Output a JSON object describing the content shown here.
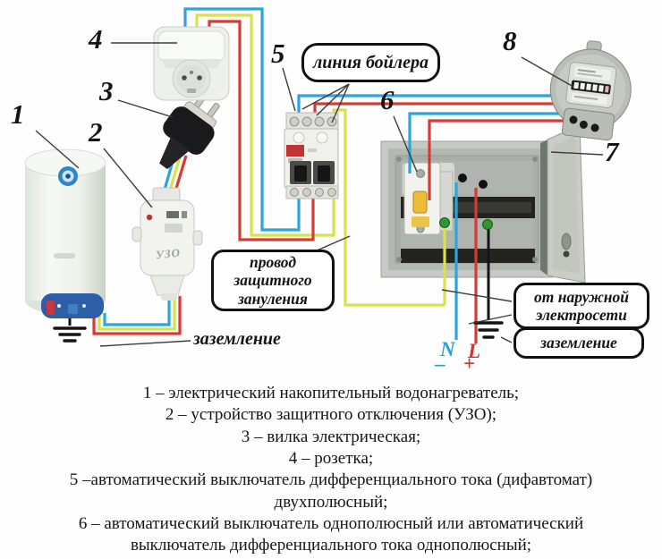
{
  "diagram": {
    "numbers": {
      "heater": "1",
      "uzo": "2",
      "plug": "3",
      "socket": "4",
      "difavtomat": "5",
      "breaker": "6",
      "panel": "7",
      "meter": "8"
    },
    "callouts": {
      "boiler_line": "линия бойлера",
      "protective_wire": "провод защитного зануления",
      "ground_left": "заземление",
      "external_grid": "от наружной электросети",
      "ground_right": "заземление"
    },
    "markers": {
      "neutral": "N",
      "neutral_sign": "–",
      "line": "L",
      "line_sign": "+",
      "uzo_device_label": "УЗО"
    }
  },
  "legend": {
    "items": [
      "1 – электрический накопительный водонагреватель;",
      "2 – устройство защитного отключения (УЗО);",
      "3 – вилка электрическая;",
      "4 – розетка;",
      "5 –автоматический выключатель дифференциального тока (дифавтомат) двухполюсный;",
      "6 – автоматический выключатель однополюсный или автоматический выключатель дифференциального тока однополюсный;"
    ]
  },
  "colors": {
    "wire_blue": "#2BA5DC",
    "wire_red": "#D53A35",
    "wire_yellow": "#D8E24A",
    "wire_black": "#141414",
    "neutral_blue": "#2B9FD6",
    "line_red": "#D5332F",
    "ink": "#141414"
  }
}
